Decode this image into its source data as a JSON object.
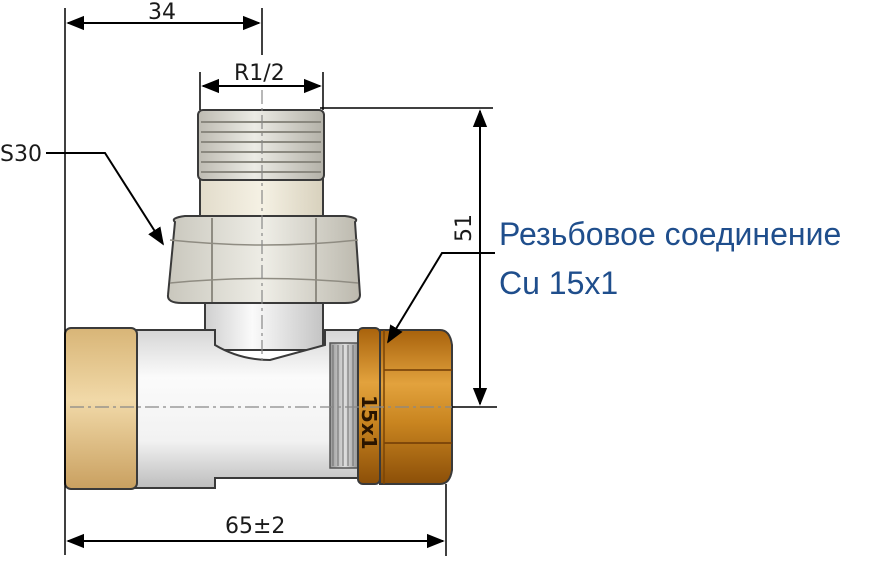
{
  "dimensions": {
    "top_width": "34",
    "thread_size": "R1/2",
    "hex_size": "S30",
    "height": "51",
    "overall_length": "65±2"
  },
  "callout": {
    "line1": "Резьбовое соединение",
    "line2": "Cu 15x1"
  },
  "nut_marking": "15x1",
  "colors": {
    "callout_text": "#1f4e8c",
    "brass": "#c8861e",
    "body": "#eeeeee",
    "thread": "#d9d7cf",
    "plug": "#e8c98f"
  }
}
